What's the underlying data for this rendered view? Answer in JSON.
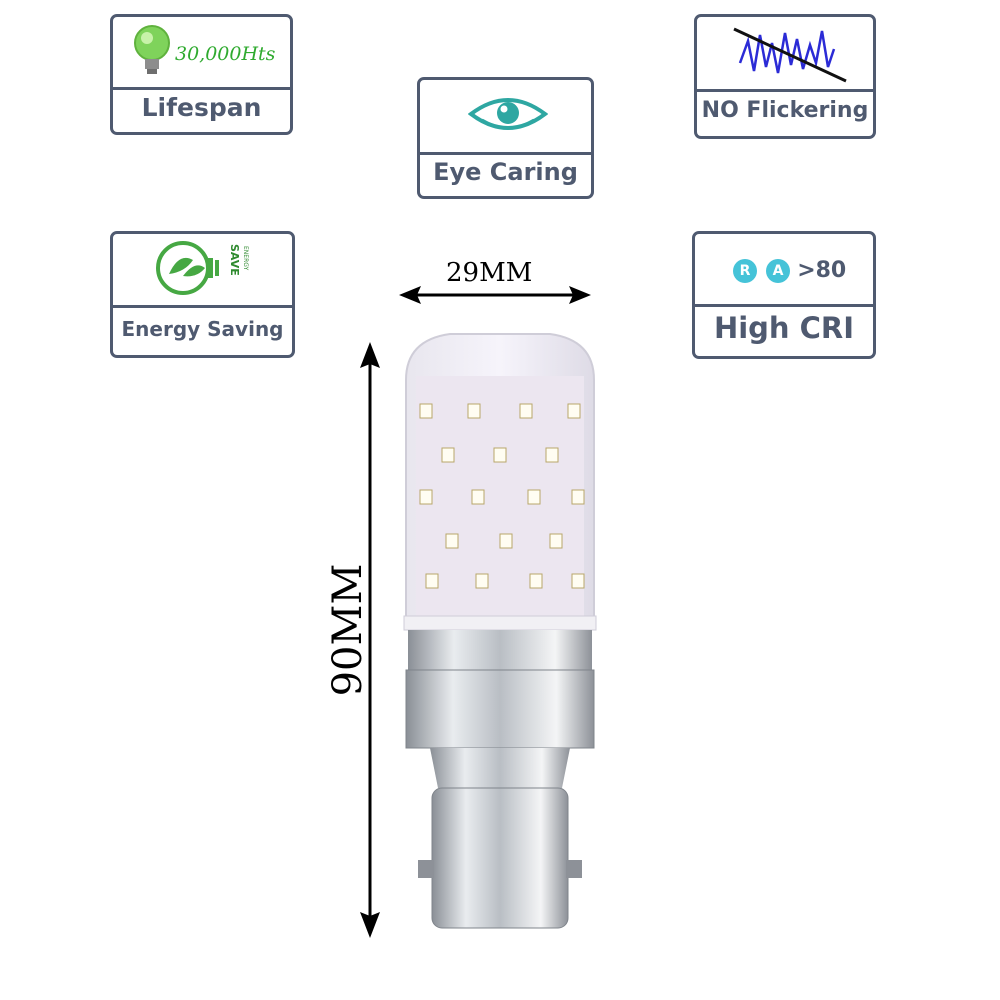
{
  "badges": {
    "lifespan": {
      "label": "Lifespan",
      "icon_text": "30,000Hts",
      "icon": "lightbulb-icon"
    },
    "eye_caring": {
      "label": "Eye Caring",
      "icon": "eye-icon"
    },
    "no_flicker": {
      "label": "NO Flickering",
      "icon": "flicker-wave-icon"
    },
    "energy_saving": {
      "label": "Energy Saving",
      "icon_text_1": "SAVE",
      "icon_text_2": "ENERGY",
      "icon": "energy-bulb-icon"
    },
    "high_cri": {
      "label": "High CRI",
      "icon_r": "R",
      "icon_a": "A",
      "icon_value": ">80",
      "icon": "ra-icon"
    }
  },
  "dimensions": {
    "width": "29MM",
    "height": "90MM"
  },
  "colors": {
    "border": "#4f5a70",
    "teal": "#2ea7a2",
    "green": "#46a843",
    "cyan": "#45c3d8",
    "blue_wave": "#2b2bd6"
  }
}
